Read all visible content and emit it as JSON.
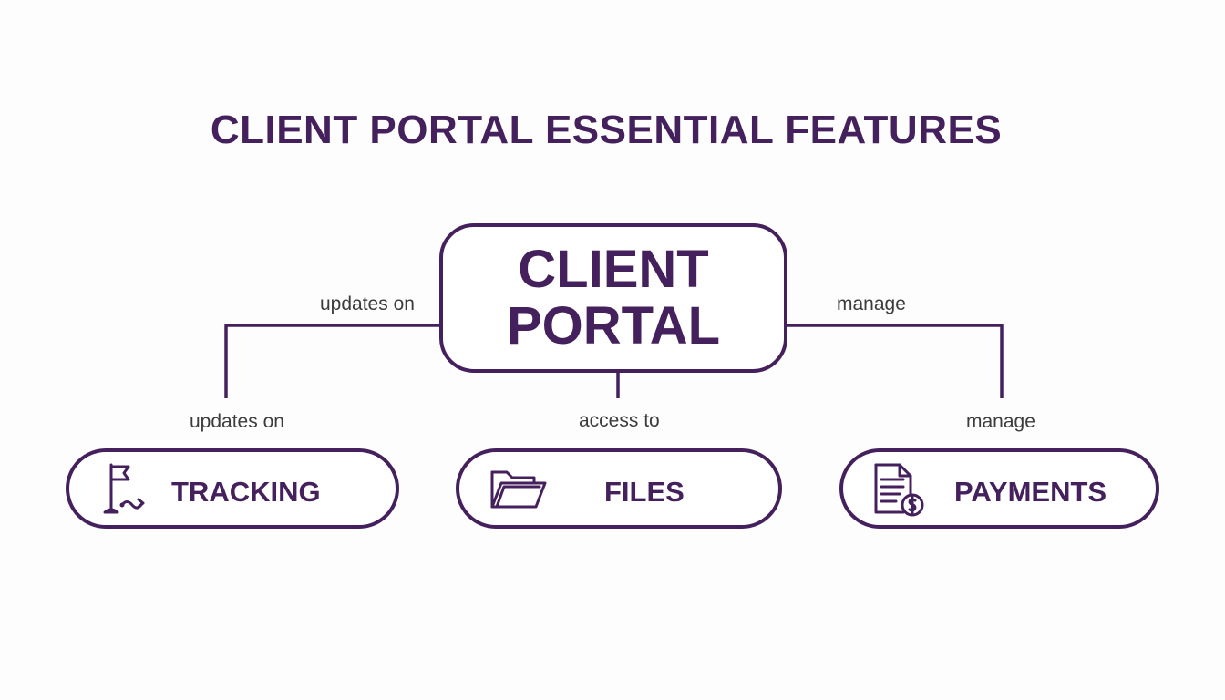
{
  "title": "CLIENT PORTAL ESSENTIAL FEATURES",
  "center": {
    "line1": "CLIENT",
    "line2": "PORTAL"
  },
  "edges": {
    "tracking_upper": "updates on",
    "tracking_lower": "updates on",
    "files": "access to",
    "payments_upper": "manage",
    "payments_lower": "manage"
  },
  "features": {
    "tracking": {
      "label": "TRACKING",
      "icon": "flag-route-icon"
    },
    "files": {
      "label": "FILES",
      "icon": "folder-icon"
    },
    "payments": {
      "label": "PAYMENTS",
      "icon": "invoice-dollar-icon"
    }
  },
  "colors": {
    "primary": "#44215c",
    "edge_text": "#3c3c3c",
    "background": "#fdfdfd"
  }
}
